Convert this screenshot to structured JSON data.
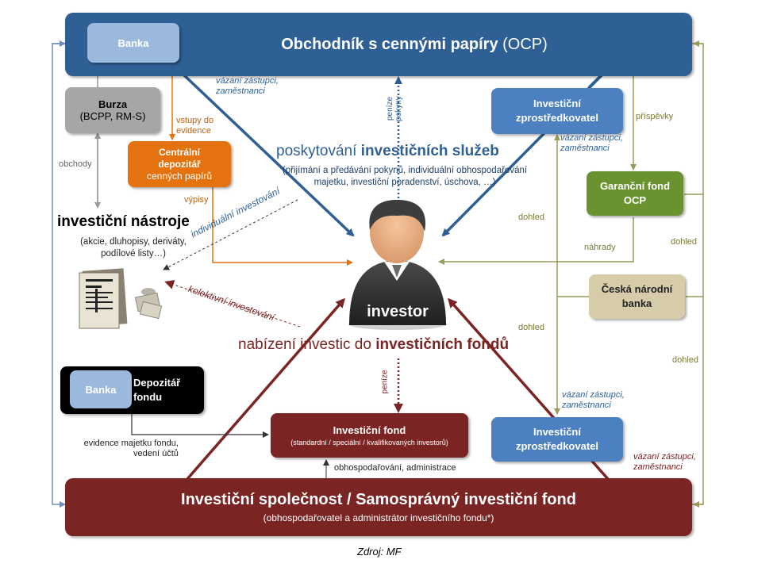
{
  "top_bar": {
    "bank": "Banka",
    "title_bold": "Obchodník  s cennými papíry",
    "title_suffix": " (OCP)"
  },
  "burza": {
    "line1": "Burza",
    "line2": "(BCPP, RM-S)"
  },
  "central_depository": {
    "line1": "Centrální",
    "line2": "depozitář",
    "line3": "cenných papírů"
  },
  "investment_services": {
    "title_prefix": "poskytování ",
    "title_bold": "investičních služeb",
    "sub1": "(přijímání a předávání pokynů, individuální obhospodařování",
    "sub2": "majetku, investiční poradenství,  úschova, …)"
  },
  "instruments": {
    "title": "investiční nástroje",
    "sub1": "(akcie, dluhopisy, deriváty,",
    "sub2": "podílové listy…)"
  },
  "investor": {
    "label": "investor"
  },
  "funds_offer": {
    "prefix": "nabízení investic do ",
    "bold": "investičních fondů"
  },
  "intermediary_top": {
    "line1": "Investiční",
    "line2": "zprostředkovatel"
  },
  "intermediary_bottom": {
    "line1": "Investiční",
    "line2": "zprostředkovatel"
  },
  "guarantee_fund": {
    "line1": "Garanční fond",
    "line2": "OCP"
  },
  "cnb": {
    "line1": "Česká národní",
    "line2": "banka"
  },
  "fund_depository": {
    "bank": "Banka",
    "line1": "Depozitář",
    "line2": "fondu"
  },
  "investment_fund": {
    "title": "Investiční fond",
    "sub": "(standardní / speciální / kvalifikovaných investorů)"
  },
  "bottom_bar": {
    "title": "Investiční společnost / Samosprávný investiční fond",
    "sub": "(obhospodařovatel  a administrátor investičního fondu*)"
  },
  "labels": {
    "agents_top": [
      "vázaní zástupci,",
      "zaměstnanci"
    ],
    "penize_pokyny": [
      "peníze",
      "pokyny"
    ],
    "vstupy": [
      "vstupy do",
      "evidence"
    ],
    "vypisy": "výpisy",
    "obchody": "obchody",
    "prispevky": "příspěvky",
    "agents_right_top": [
      "vázaní zástupci,",
      "zaměstnanci"
    ],
    "dohled_1": "dohled",
    "dohled_2": "dohled",
    "dohled_3": "dohled",
    "dohled_4": "dohled",
    "nahrady": "náhrady",
    "individual": "individuální investování",
    "collective": "kolektivní investování",
    "penize_fund": "peníze",
    "agents_right_bottom": [
      "vázaní zástupci,",
      "zaměstnanci"
    ],
    "agents_maroon": [
      "vázaní zástupci,",
      "zaměstnanci"
    ],
    "evidence": [
      "evidence majetku fondu,",
      "vedení účtů"
    ],
    "management": "obhospodařování, administrace"
  },
  "source": {
    "prefix": "Zdroj: ",
    "name": "MF"
  },
  "colors": {
    "blue_dark": "#2e5f95",
    "blue": "#4c80c1",
    "orange": "#e4720f",
    "green": "#6a9330",
    "tan": "#d7ccaa",
    "maroon": "#7b2424",
    "olive": "#9a9a5a"
  }
}
